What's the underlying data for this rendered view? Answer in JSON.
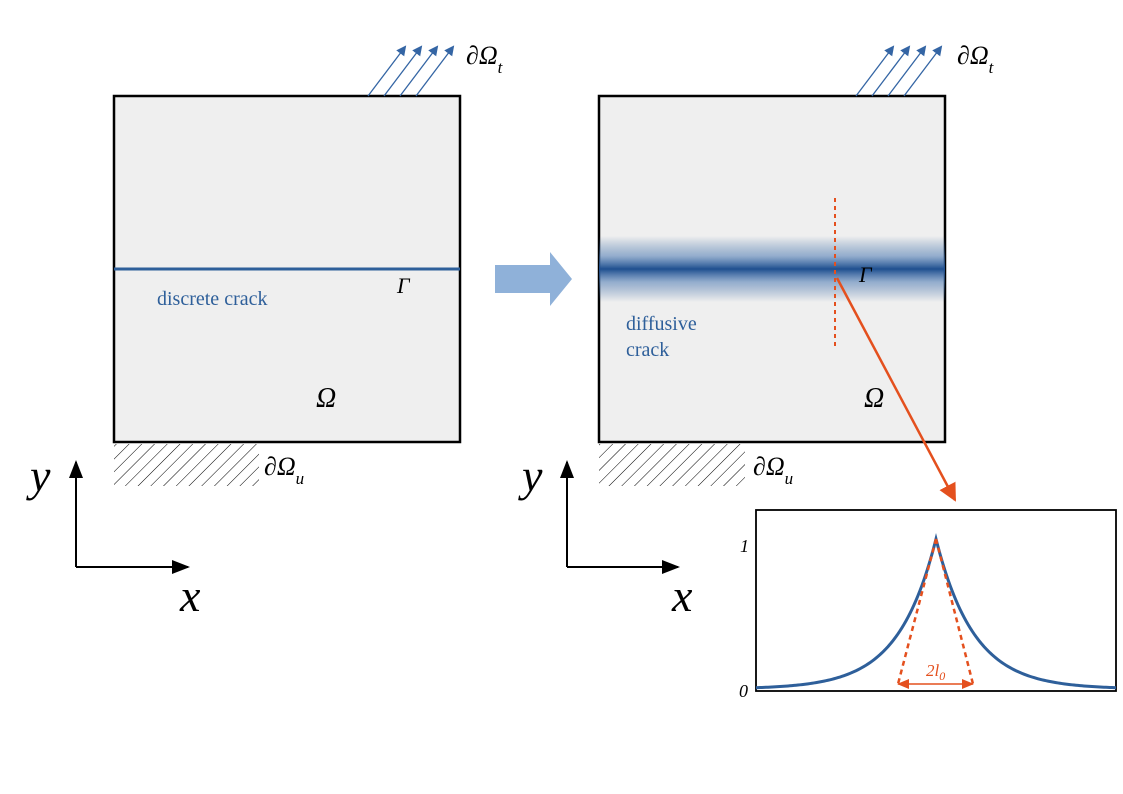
{
  "diagram": {
    "left_panel": {
      "crack_label": "discrete crack",
      "gamma": "Γ",
      "omega": "Ω",
      "traction_boundary": {
        "main": "∂Ω",
        "sub": "t"
      },
      "displacement_boundary": {
        "main": "∂Ω",
        "sub": "u"
      },
      "axis_x": "x",
      "axis_y": "y"
    },
    "right_panel": {
      "crack_label_line1": "diffusive",
      "crack_label_line2": "crack",
      "gamma": "Γ",
      "omega": "Ω",
      "traction_boundary": {
        "main": "∂Ω",
        "sub": "t"
      },
      "displacement_boundary": {
        "main": "∂Ω",
        "sub": "u"
      },
      "axis_x": "x",
      "axis_y": "y"
    },
    "profile_plot": {
      "y_tick_top": "1",
      "y_tick_bottom": "0",
      "width_label_main": "2l",
      "width_label_sub": "0"
    },
    "colors": {
      "crack_blue": "#2e5f9a",
      "arrow_blue": "#3465a4",
      "transition_arrow": "#8fb1d9",
      "annotation_orange": "#e4501e",
      "panel_fill": "#efefef"
    },
    "icons": {
      "transition": "right-arrow-icon",
      "traction": "traction-arrows-icon",
      "support": "hatched-support-icon"
    }
  }
}
